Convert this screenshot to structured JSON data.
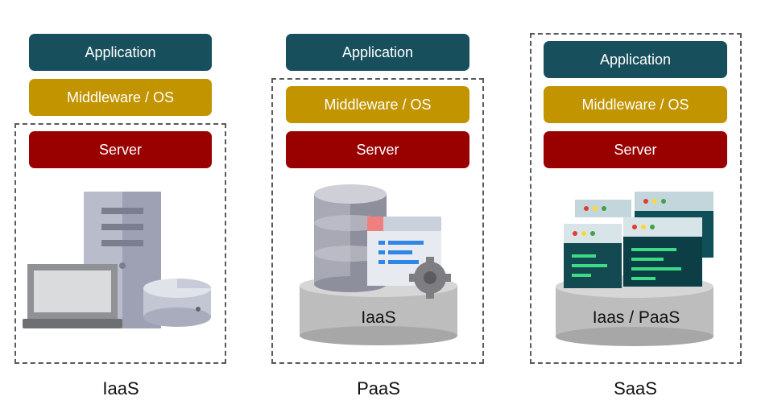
{
  "columns": [
    {
      "layers": {
        "application": "Application",
        "middleware": "Middleware / OS",
        "server": "Server"
      },
      "caption": "IaaS"
    },
    {
      "layers": {
        "application": "Application",
        "middleware": "Middleware / OS",
        "server": "Server"
      },
      "base_label": "IaaS",
      "caption": "PaaS"
    },
    {
      "layers": {
        "application": "Application",
        "middleware": "Middleware / OS",
        "server": "Server"
      },
      "base_label": "Iaas / PaaS",
      "caption": "SaaS"
    }
  ],
  "colors": {
    "application": "#174f5c",
    "middleware": "#c29400",
    "server": "#990000",
    "dashed_border": "#5a5a5a"
  },
  "icons": {
    "iaas": [
      "server-tower-icon",
      "laptop-icon",
      "disk-drive-icon"
    ],
    "paas": [
      "database-icon",
      "code-window-icon",
      "gear-icon",
      "platform-base-icon"
    ],
    "saas": [
      "server-rack-icon",
      "platform-base-icon"
    ]
  }
}
